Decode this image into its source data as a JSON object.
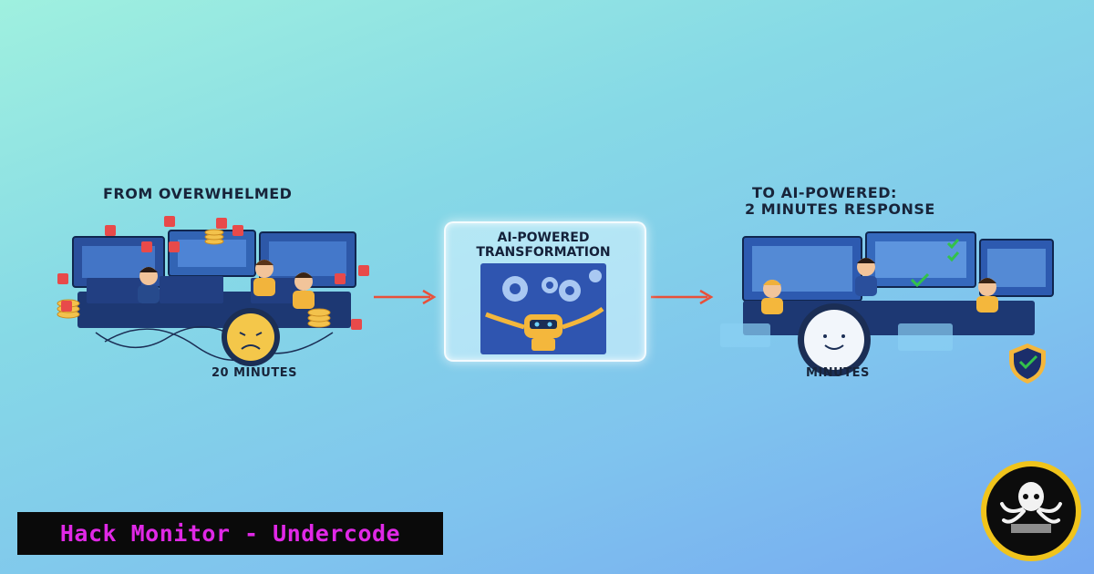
{
  "left": {
    "caption": "FROM OVERWHELMED",
    "time": "20 MINUTES"
  },
  "middle": {
    "title_line1": "AI-POWERED",
    "title_line2": "TRANSFORMATION"
  },
  "right": {
    "caption_line1": "TO AI-POWERED:",
    "caption_line2": "2 MINUTES RESPONSE",
    "time": "MINUTES"
  },
  "brand": {
    "label": "Hack Monitor - Undercode"
  },
  "colors": {
    "arrow": "#e8503a",
    "brand_text": "#e028e6",
    "brand_bg": "#0a0a0a",
    "alert": "#e84a4a",
    "check": "#33c24a"
  },
  "icons": [
    "alert-icon",
    "gear-icon",
    "robot-icon",
    "clock-icon",
    "check-icon",
    "shield-icon",
    "octopus-logo"
  ]
}
